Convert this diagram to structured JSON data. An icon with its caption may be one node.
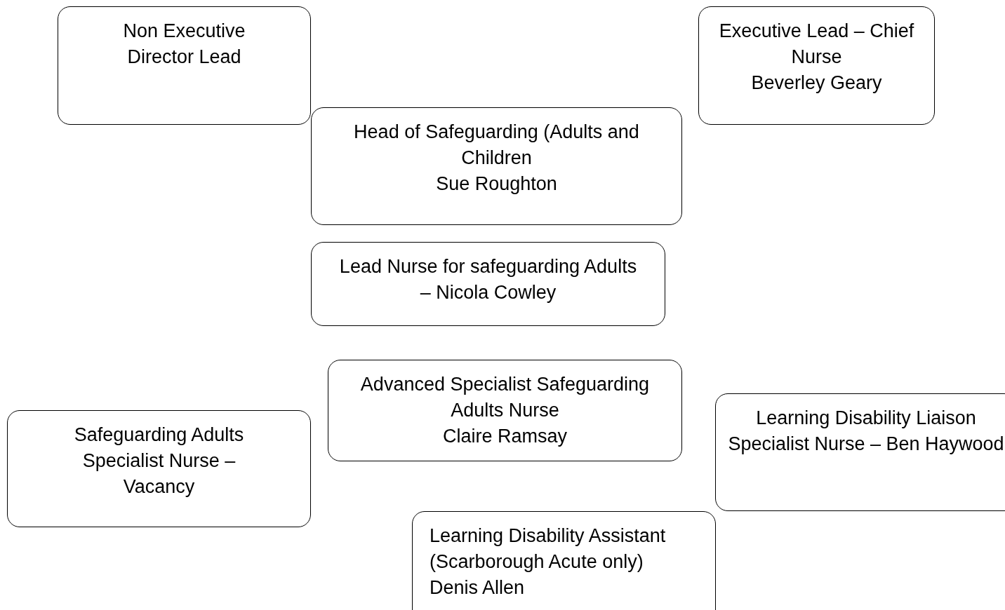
{
  "diagram": {
    "nodes": [
      {
        "text": [
          "Non Executive Director Lead"
        ]
      },
      {
        "text": [
          "Executive Lead – Chief Nurse",
          "Beverley Geary"
        ]
      },
      {
        "text": [
          "Head of Safeguarding (Adults and Children",
          "Sue Roughton"
        ]
      },
      {
        "text": [
          "Lead Nurse for safeguarding Adults – Nicola Cowley"
        ]
      },
      {
        "text": [
          "Advanced Specialist Safeguarding Adults Nurse",
          "Claire Ramsay"
        ]
      },
      {
        "text": [
          "Safeguarding Adults Specialist Nurse – Vacancy"
        ]
      },
      {
        "text": [
          "Learning Disability Liaison Specialist Nurse – Ben Haywood"
        ]
      },
      {
        "text": [
          "Learning Disability Assistant (Scarborough Acute only) Denis Allen"
        ]
      }
    ]
  }
}
